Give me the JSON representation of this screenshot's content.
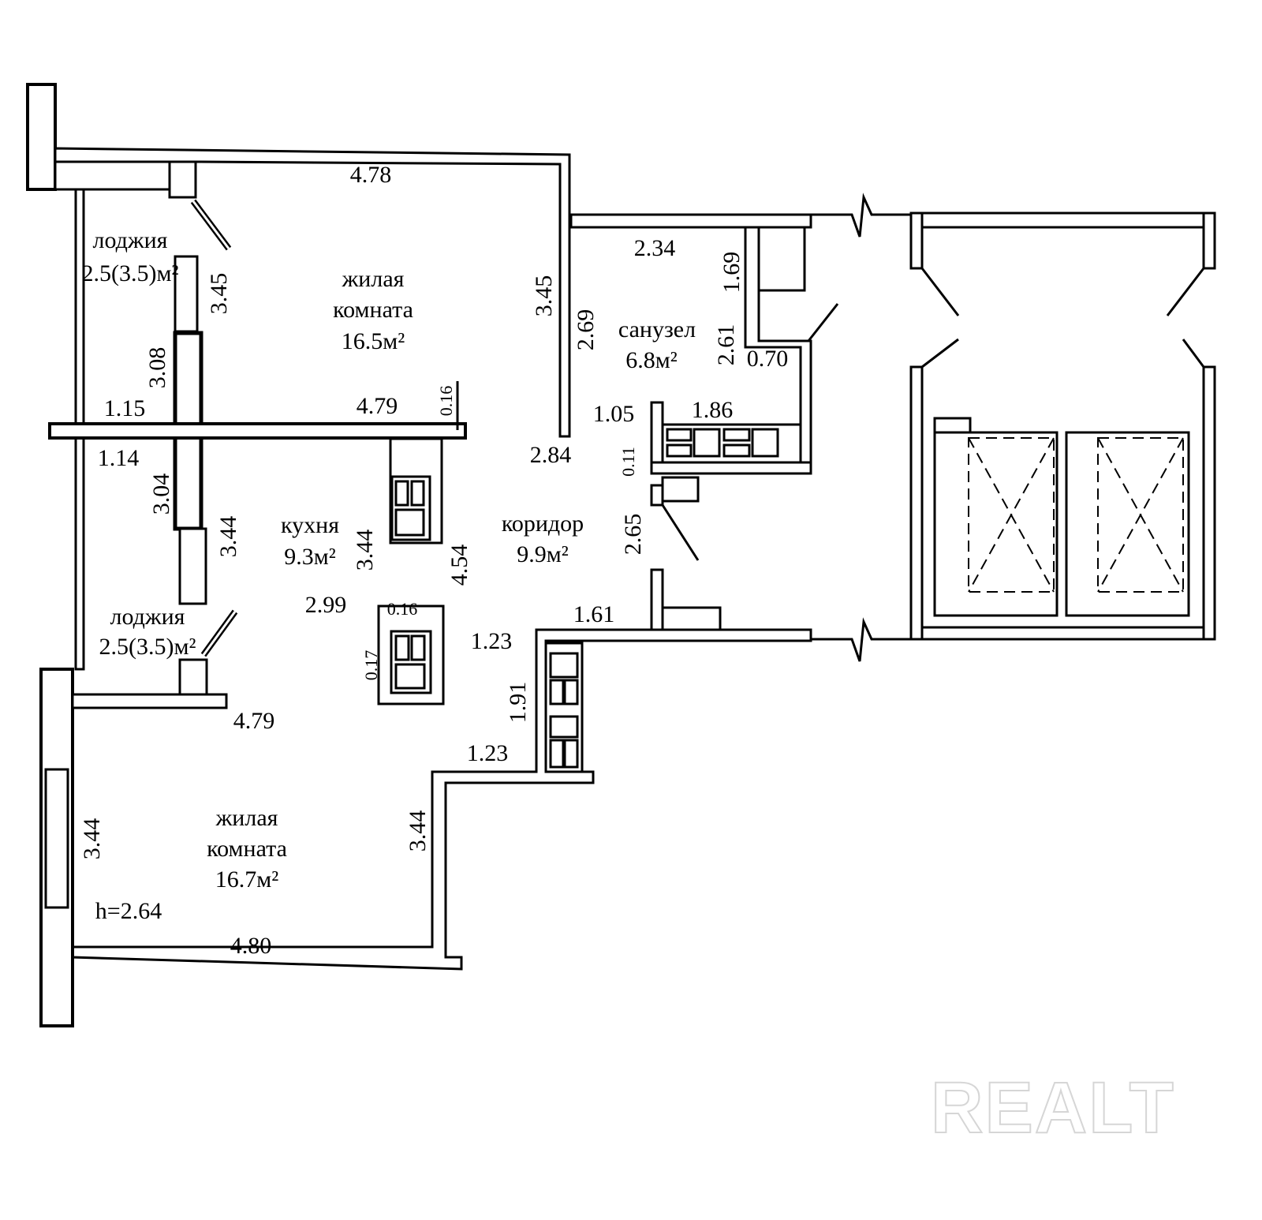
{
  "rooms": {
    "loggia_top": {
      "name": "лоджия",
      "area": "2.5(3.5)м²"
    },
    "living_top": {
      "name1": "жилая",
      "name2": "комната",
      "area": "16.5м²"
    },
    "bathroom": {
      "name": "санузел",
      "area": "6.8м²"
    },
    "kitchen": {
      "name": "кухня",
      "area": "9.3м²"
    },
    "corridor": {
      "name": "коридор",
      "area": "9.9м²"
    },
    "loggia_bottom": {
      "name": "лоджия",
      "area": "2.5(3.5)м²"
    },
    "living_bottom": {
      "name1": "жилая",
      "name2": "комната",
      "area": "16.7м²"
    }
  },
  "ceiling_height": "h=2.64",
  "dims_h": [
    "4.78",
    "2.34",
    "1.15",
    "4.79",
    "1.05",
    "1.86",
    "0.70",
    "2.84",
    "1.14",
    "2.99",
    "0.16",
    "1.61",
    "1.23",
    "4.79",
    "1.23",
    "4.80"
  ],
  "dims_v": [
    "3.45",
    "3.45",
    "2.69",
    "1.69",
    "2.61",
    "3.08",
    "0.16",
    "0.11",
    "3.04",
    "3.44",
    "3.44",
    "4.54",
    "2.65",
    "0.17",
    "1.91",
    "3.44",
    "3.44"
  ],
  "watermark": "REALT"
}
